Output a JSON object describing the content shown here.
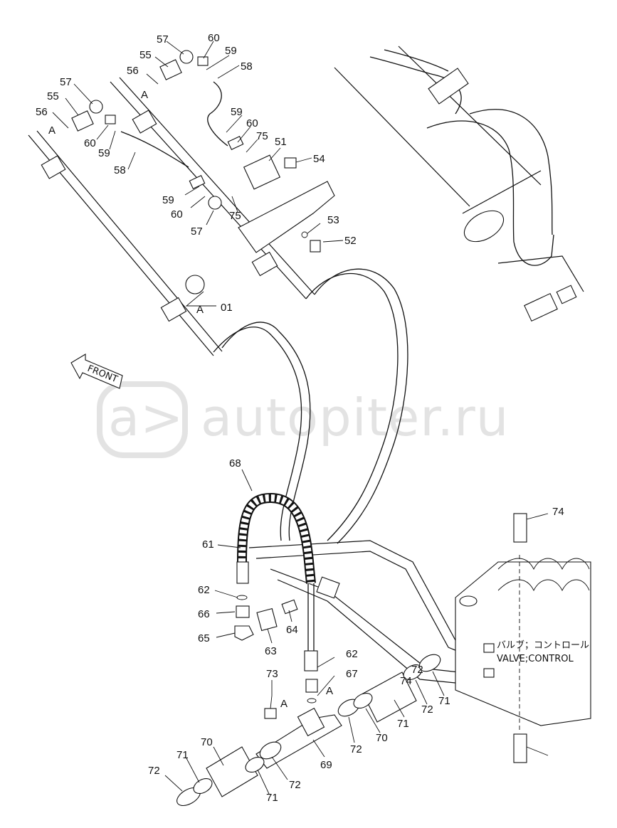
{
  "watermark": {
    "logo_symbol": "a>",
    "text": "autopiter.ru",
    "color": "#e3e3e3"
  },
  "front_arrow": {
    "label": "FRONT"
  },
  "valve_note": {
    "japanese": "バルブ；コントロール",
    "english": "VALVE;CONTROL"
  },
  "callouts": [
    {
      "id": "c57a",
      "text": "57"
    },
    {
      "id": "c60a",
      "text": "60"
    },
    {
      "id": "c55a",
      "text": "55"
    },
    {
      "id": "c59a",
      "text": "59"
    },
    {
      "id": "c58a",
      "text": "58"
    },
    {
      "id": "c56a",
      "text": "56"
    },
    {
      "id": "cAa",
      "text": "A"
    },
    {
      "id": "c57b",
      "text": "57"
    },
    {
      "id": "c55b",
      "text": "55"
    },
    {
      "id": "c56b",
      "text": "56"
    },
    {
      "id": "cAb",
      "text": "A"
    },
    {
      "id": "c60b",
      "text": "60"
    },
    {
      "id": "c59b",
      "text": "59"
    },
    {
      "id": "c58b",
      "text": "58"
    },
    {
      "id": "c59c",
      "text": "59"
    },
    {
      "id": "c60c",
      "text": "60"
    },
    {
      "id": "c75a",
      "text": "75"
    },
    {
      "id": "c51",
      "text": "51"
    },
    {
      "id": "c54",
      "text": "54"
    },
    {
      "id": "c59d",
      "text": "59"
    },
    {
      "id": "c60d",
      "text": "60"
    },
    {
      "id": "c75b",
      "text": "75"
    },
    {
      "id": "c57c",
      "text": "57"
    },
    {
      "id": "c53",
      "text": "53"
    },
    {
      "id": "c52",
      "text": "52"
    },
    {
      "id": "cAc",
      "text": "A"
    },
    {
      "id": "c01",
      "text": "01"
    },
    {
      "id": "c68",
      "text": "68"
    },
    {
      "id": "c61",
      "text": "61"
    },
    {
      "id": "c62a",
      "text": "62"
    },
    {
      "id": "c66",
      "text": "66"
    },
    {
      "id": "c65",
      "text": "65"
    },
    {
      "id": "c64",
      "text": "64"
    },
    {
      "id": "c63",
      "text": "63"
    },
    {
      "id": "c62b",
      "text": "62"
    },
    {
      "id": "c67",
      "text": "67"
    },
    {
      "id": "cAd",
      "text": "A"
    },
    {
      "id": "c73",
      "text": "73"
    },
    {
      "id": "cAe",
      "text": "A"
    },
    {
      "id": "c74a",
      "text": "74"
    },
    {
      "id": "c72a",
      "text": "72"
    },
    {
      "id": "c71a",
      "text": "71"
    },
    {
      "id": "c70a",
      "text": "70"
    },
    {
      "id": "c71b",
      "text": "71"
    },
    {
      "id": "c72b",
      "text": "72"
    },
    {
      "id": "c69",
      "text": "69"
    },
    {
      "id": "c72c",
      "text": "72"
    },
    {
      "id": "c70b",
      "text": "70"
    },
    {
      "id": "c71c",
      "text": "71"
    },
    {
      "id": "c72d",
      "text": "72"
    },
    {
      "id": "c71d",
      "text": "71"
    },
    {
      "id": "c72e",
      "text": "72"
    },
    {
      "id": "c74b",
      "text": "74"
    }
  ]
}
